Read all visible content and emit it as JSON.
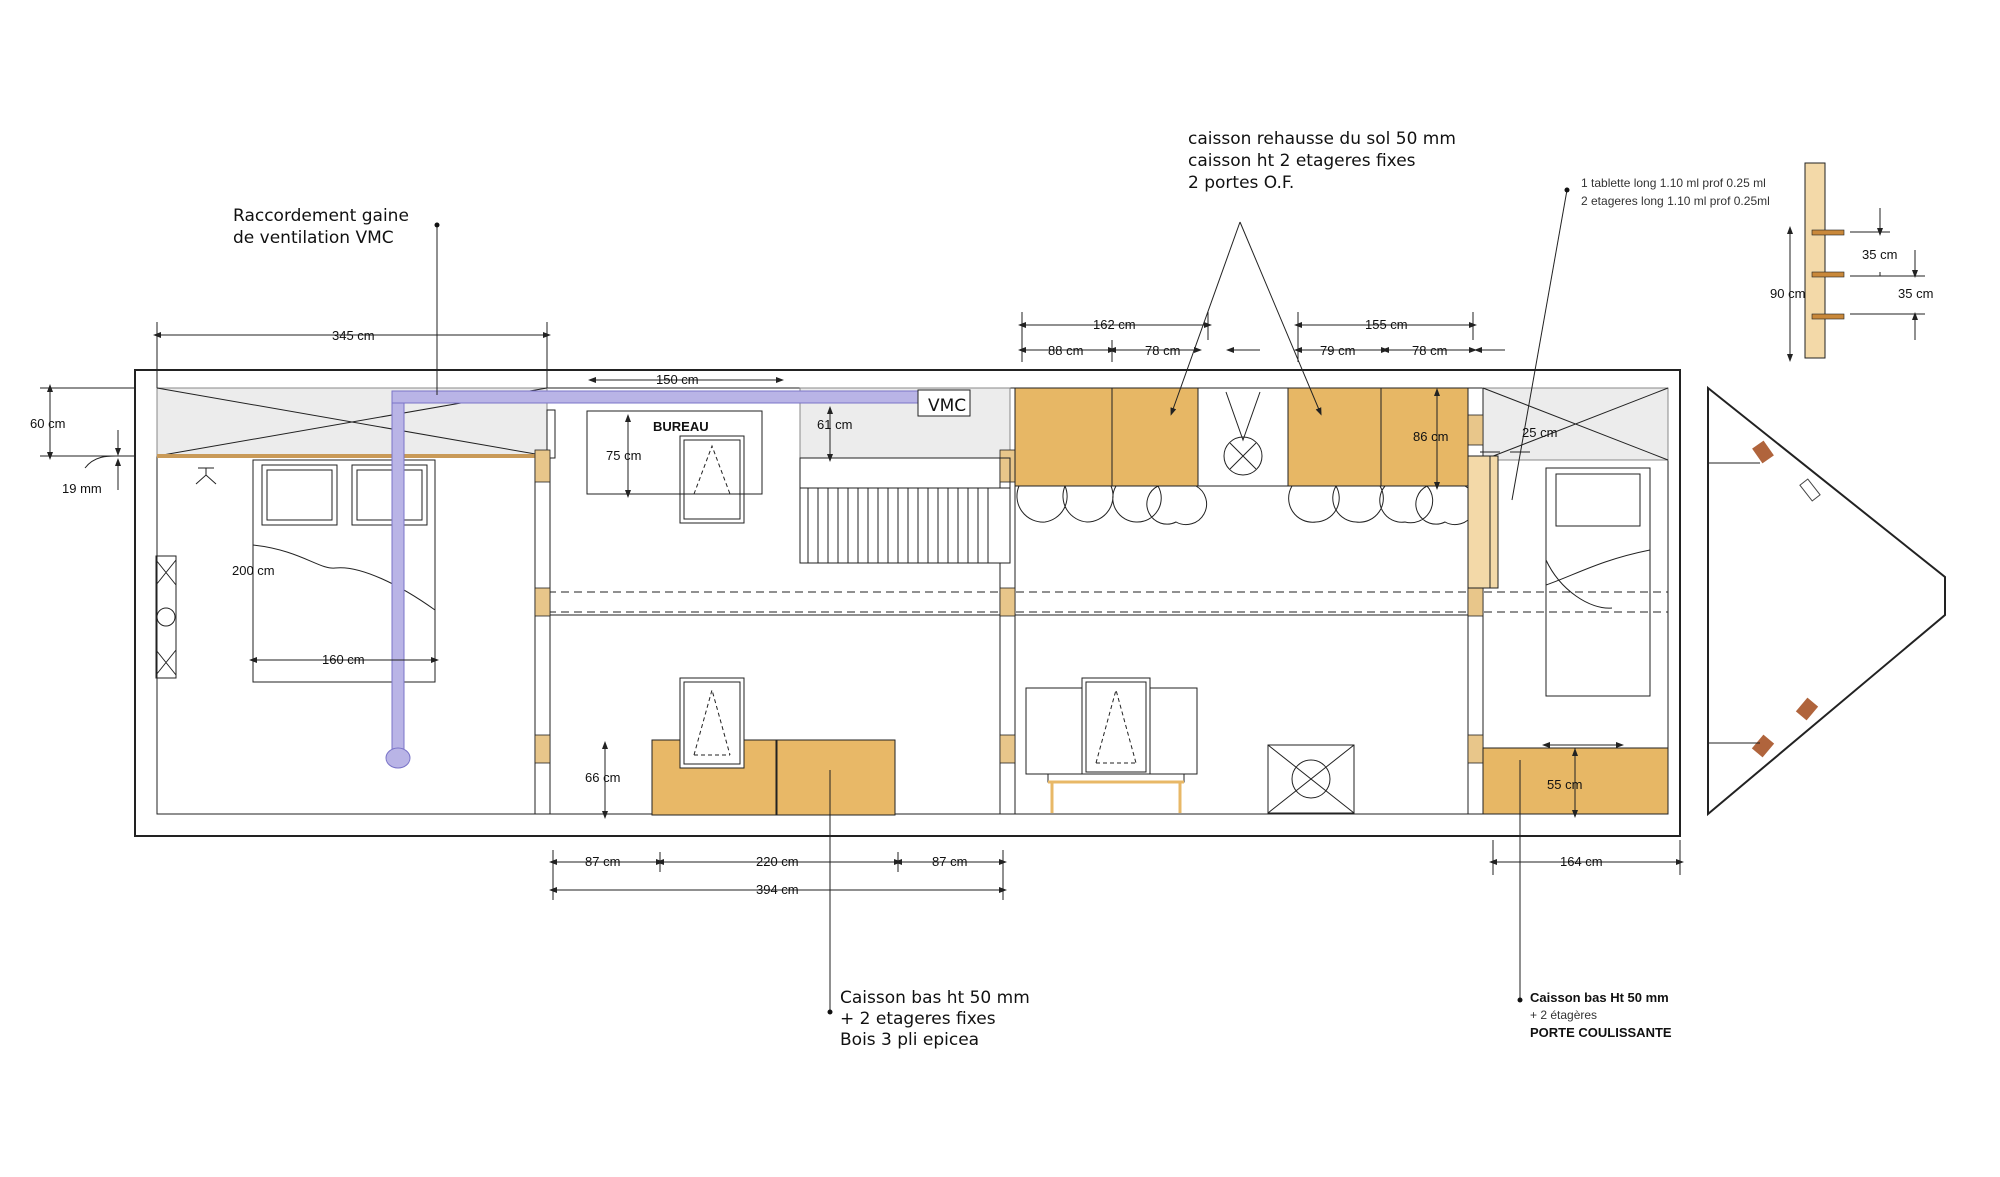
{
  "annotations": {
    "vmc_note_line1": "Raccordement gaine",
    "vmc_note_line2": "de ventilation VMC",
    "caisson_top_line1": "caisson rehausse du sol 50 mm",
    "caisson_top_line2": "caisson ht 2 etageres fixes",
    "caisson_top_line3": "2 portes O.F.",
    "shelf_note_line1": "1 tablette long 1.10 ml prof 0.25 ml",
    "shelf_note_line2": "2 etageres long 1.10 ml prof 0.25ml",
    "caisson_bottom_line1": "Caisson bas ht 50 mm",
    "caisson_bottom_line2": "+ 2 etageres fixes",
    "caisson_bottom_line3": "Bois 3 pli epicea",
    "caisson_right_line1": "Caisson bas Ht 50 mm",
    "caisson_right_line2": "+ 2 étagères",
    "caisson_right_line3": "PORTE COULISSANTE"
  },
  "labels": {
    "bureau": "BUREAU",
    "vmc": "VMC"
  },
  "dimensions": {
    "d345": "345 cm",
    "d150": "150 cm",
    "d60": "60 cm",
    "d19mm": "19 mm",
    "d75": "75 cm",
    "d61": "61 cm",
    "d200": "200 cm",
    "d160": "160 cm",
    "d162": "162 cm",
    "d88": "88 cm",
    "d78a": "78 cm",
    "d155": "155 cm",
    "d79": "79 cm",
    "d78b": "78 cm",
    "d86": "86 cm",
    "d25": "25 cm",
    "d66": "66 cm",
    "d55": "55 cm",
    "d87a": "87 cm",
    "d220": "220 cm",
    "d87b": "87 cm",
    "d394": "394 cm",
    "d164": "164 cm",
    "d90": "90 cm",
    "d35a": "35 cm",
    "d35b": "35 cm"
  }
}
